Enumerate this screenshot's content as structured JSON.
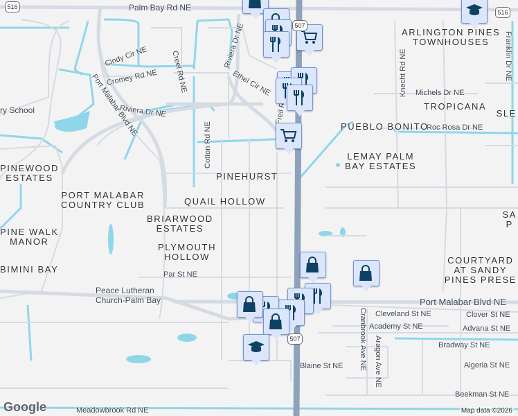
{
  "map": {
    "colors": {
      "background": "#f4f3f4",
      "road": "#d5dbe3",
      "highway": "#8ea2bb",
      "water": "#8fd6ea",
      "marker": "#0e4164"
    },
    "highway_shields": [
      "516",
      "516",
      "507",
      "507"
    ],
    "roads": [
      "Palm Bay Rd NE",
      "Cindy Cir NE",
      "Creel Rd NE",
      "Riviera Dr NE",
      "Ethel Cir NE",
      "Cromey Rd NE",
      "Riviera Dr NE",
      "Port Malabar Blvd NE",
      "Cotton Rd NE",
      "Freil Rd NE",
      "Knecht Rd NE",
      "Michels Dr NE",
      "Roc Rosa Dr NE",
      "Franklin Dr NE",
      "Par St NE",
      "Port Malabar Blvd NE",
      "Cleveland St NE",
      "Clover St NE",
      "Academy St NE",
      "Advana St NE",
      "Bradway St NE",
      "Cranbrook Ave NE",
      "Aragon Ave NE",
      "Algeria St NE",
      "Blaine St NE",
      "Beekman St NE",
      "Meadowbrook Rd NE"
    ],
    "areas": [
      "ARLINGTON PINES\nTOWNHOUSES",
      "TROPICANA",
      "SLE",
      "PUEBLO BONITO",
      "LEMAY PALM\nBAY ESTATES",
      "PINEWOOD\nESTATES",
      "PINEHURST",
      "PORT MALABAR\nCOUNTRY CLUB",
      "QUAIL HOLLOW",
      "BRIARWOOD\nESTATES",
      "PINE WALK\nMANOR",
      "PLYMOUTH\nHOLLOW",
      "BIMINI BAY",
      "SA\nP",
      "COURTYARD\nAT SANDY\nPINES PRESE"
    ],
    "pois": [
      "ry School",
      "Peace Lutheran\nChurch-Palm Bay"
    ],
    "markers": [
      "shopping-bag",
      "shopping-bag",
      "restaurant",
      "restaurant",
      "shopping-cart",
      "restaurant",
      "restaurant",
      "restaurant",
      "restaurant",
      "shopping-cart",
      "shopping-bag",
      "shopping-bag",
      "restaurant",
      "restaurant",
      "restaurant",
      "restaurant",
      "shopping-bag",
      "shopping-bag",
      "school",
      "school"
    ],
    "attribution": "Map data ©2026",
    "logo": "Google"
  }
}
